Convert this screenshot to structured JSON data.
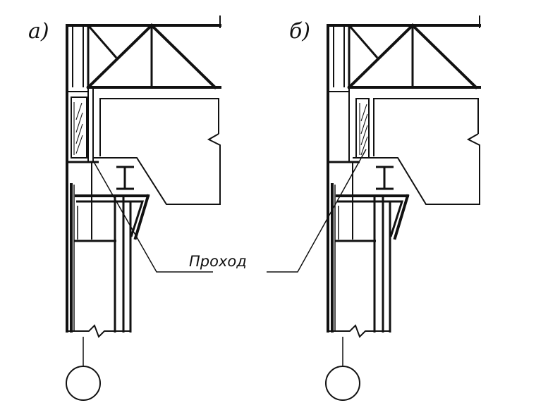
{
  "figure": {
    "panel_a_label": "а)",
    "panel_b_label": "б)",
    "passage_label": "Проход"
  },
  "colors": {
    "ink": "#111111",
    "paper": "#ffffff"
  },
  "icons": {
    "column_axis_marker": "circle"
  }
}
